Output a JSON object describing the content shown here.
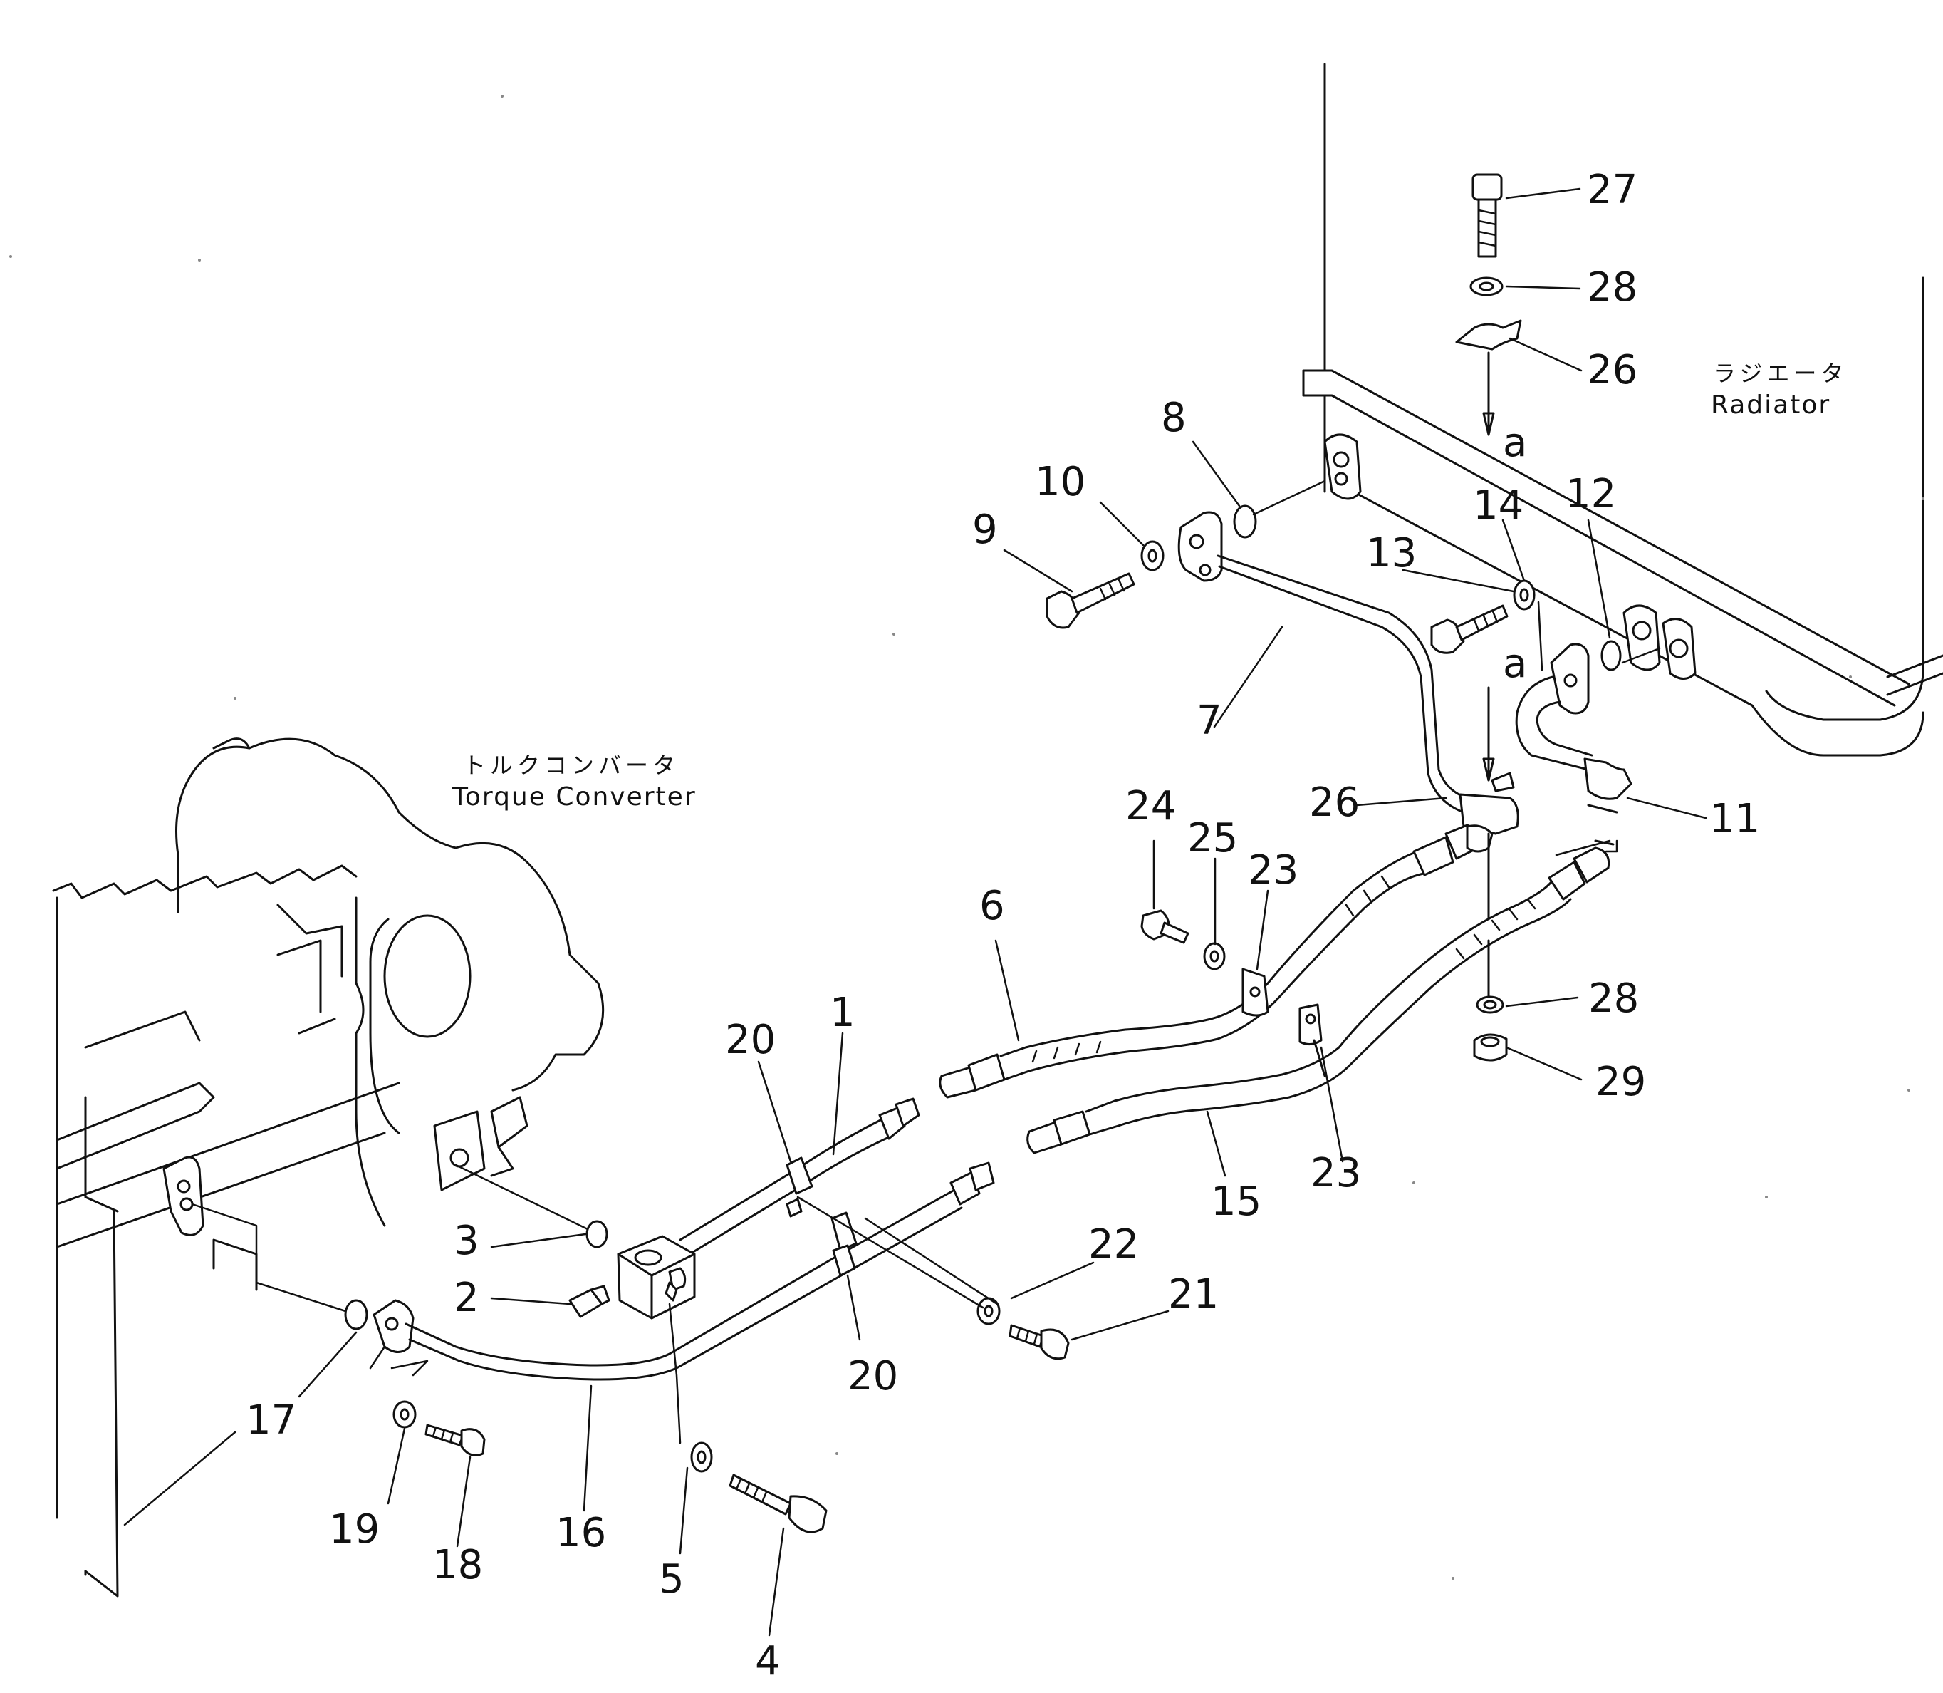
{
  "labels": {
    "radiator_jp": "ラジエータ",
    "radiator_en": "Radiator",
    "torque_converter_jp": "トルクコンバータ",
    "torque_converter_en": "Torque Converter",
    "detail_a_top": "a",
    "detail_a_mid": "a"
  },
  "callouts": [
    {
      "id": "c27",
      "text": "27"
    },
    {
      "id": "c28a",
      "text": "28"
    },
    {
      "id": "c26a",
      "text": "26"
    },
    {
      "id": "c8",
      "text": "8"
    },
    {
      "id": "c10",
      "text": "10"
    },
    {
      "id": "c9",
      "text": "9"
    },
    {
      "id": "c14",
      "text": "14"
    },
    {
      "id": "c12",
      "text": "12"
    },
    {
      "id": "c13",
      "text": "13"
    },
    {
      "id": "c7",
      "text": "7"
    },
    {
      "id": "c11",
      "text": "11"
    },
    {
      "id": "c24",
      "text": "24"
    },
    {
      "id": "c25",
      "text": "25"
    },
    {
      "id": "c26b",
      "text": "26"
    },
    {
      "id": "c23a",
      "text": "23"
    },
    {
      "id": "c6",
      "text": "6"
    },
    {
      "id": "c28b",
      "text": "28"
    },
    {
      "id": "c29",
      "text": "29"
    },
    {
      "id": "c20a",
      "text": "20"
    },
    {
      "id": "c1",
      "text": "1"
    },
    {
      "id": "c15",
      "text": "15"
    },
    {
      "id": "c23b",
      "text": "23"
    },
    {
      "id": "c3",
      "text": "3"
    },
    {
      "id": "c22",
      "text": "22"
    },
    {
      "id": "c2",
      "text": "2"
    },
    {
      "id": "c21",
      "text": "21"
    },
    {
      "id": "c20b",
      "text": "20"
    },
    {
      "id": "c17",
      "text": "17"
    },
    {
      "id": "c19",
      "text": "19"
    },
    {
      "id": "c18",
      "text": "18"
    },
    {
      "id": "c16",
      "text": "16"
    },
    {
      "id": "c5",
      "text": "5"
    },
    {
      "id": "c4",
      "text": "4"
    }
  ]
}
